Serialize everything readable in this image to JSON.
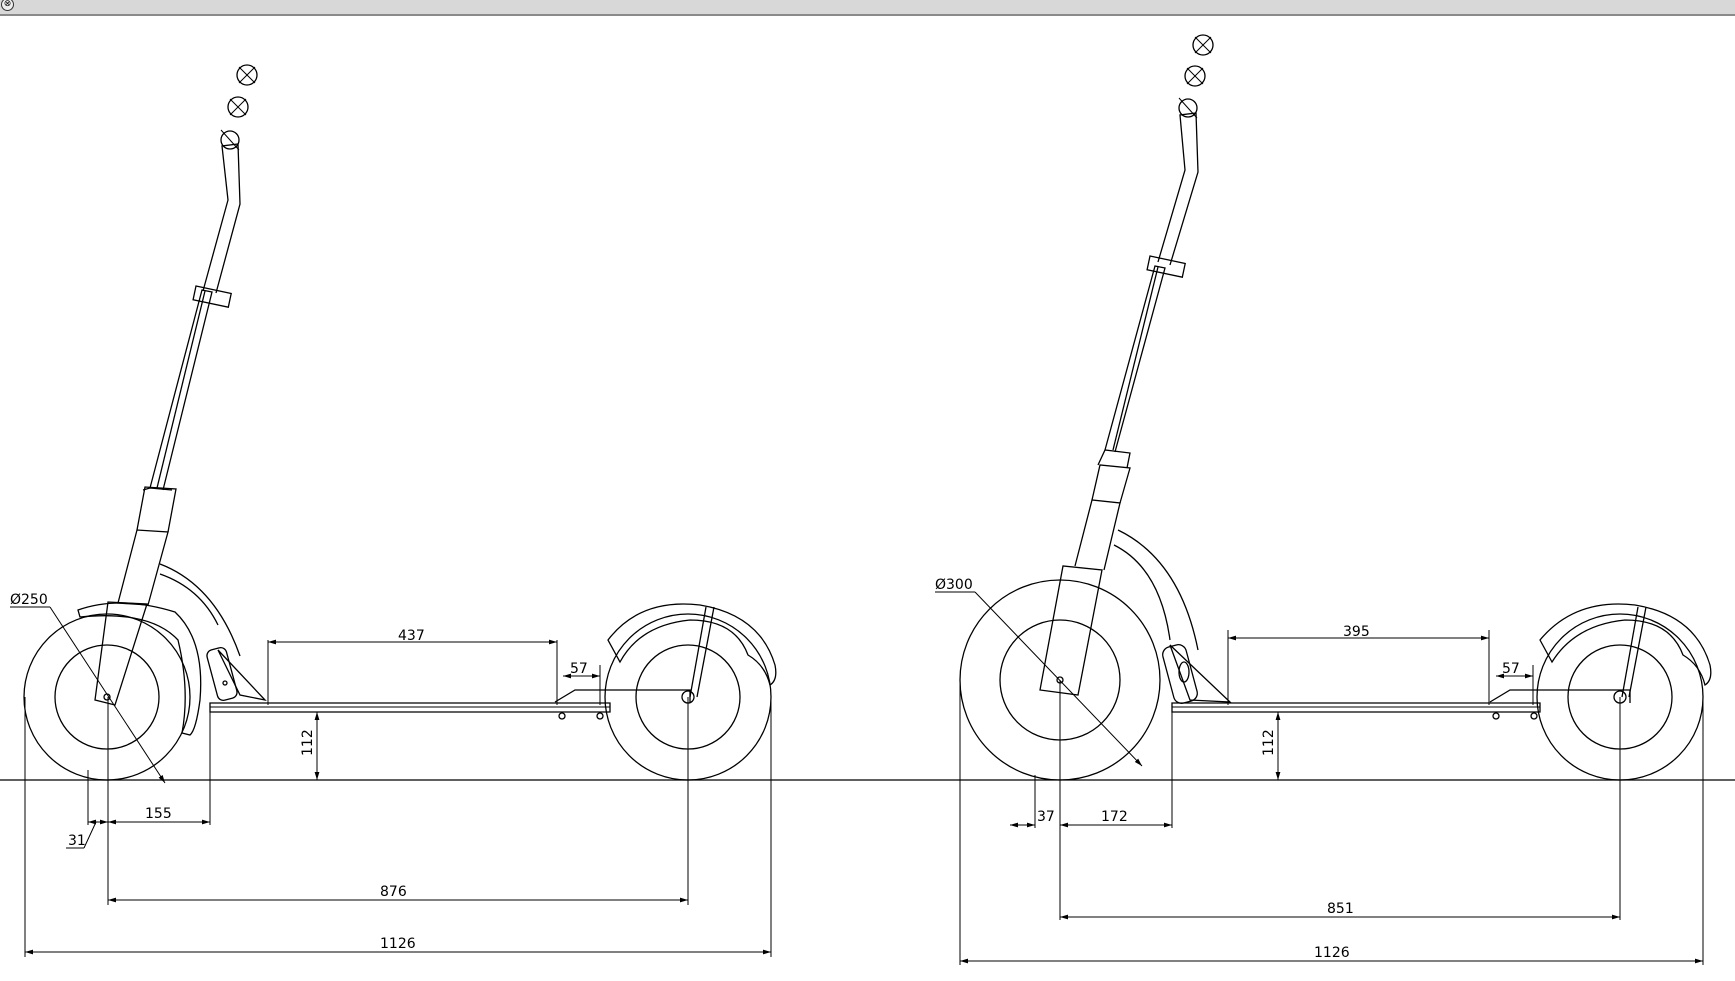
{
  "window": {
    "close_symbol": "⊗"
  },
  "drawings": [
    {
      "name": "scooter-left",
      "wheel_diameter_label": "Ø250",
      "dims": {
        "deck_length": "437",
        "rear_offset": "57",
        "deck_height": "112",
        "front_offset": "31",
        "front_to_deck": "155",
        "wheelbase": "876",
        "overall_length": "1126"
      }
    },
    {
      "name": "scooter-right",
      "wheel_diameter_label": "Ø300",
      "dims": {
        "deck_length": "395",
        "rear_offset": "57",
        "deck_height": "112",
        "front_offset": "37",
        "front_to_deck": "172",
        "wheelbase": "851",
        "overall_length": "1126"
      }
    }
  ]
}
